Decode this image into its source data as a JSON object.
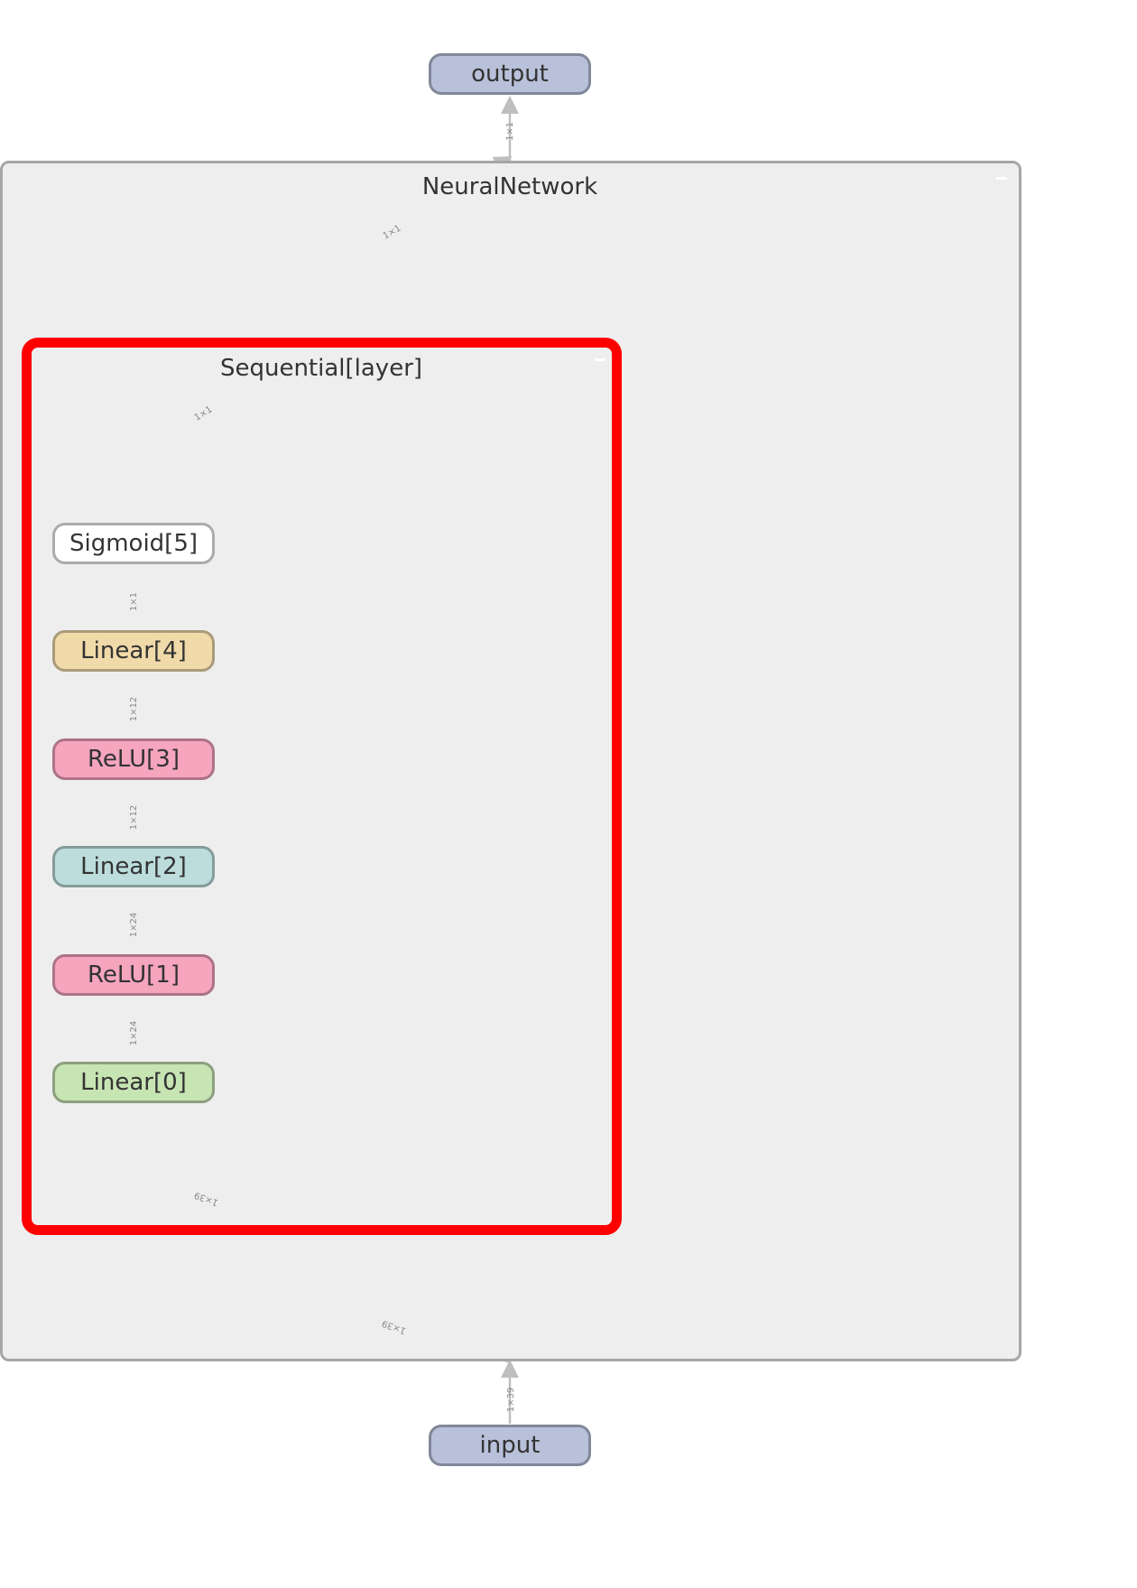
{
  "groups": {
    "network": {
      "label": "NeuralNetwork",
      "collapse_icon": "minus-icon"
    },
    "sequential": {
      "label": "Sequential[layer]",
      "collapse_icon": "minus-icon"
    }
  },
  "nodes": {
    "output": {
      "label": "output",
      "fill": "#b8c1d9",
      "stroke": "#818899"
    },
    "sigmoid": {
      "label": "Sigmoid[5]",
      "fill": "#ffffff",
      "stroke": "#ababab"
    },
    "linear4": {
      "label": "Linear[4]",
      "fill": "#f1daa9",
      "stroke": "#a99b7a"
    },
    "relu3": {
      "label": "ReLU[3]",
      "fill": "#f6a5bf",
      "stroke": "#ad7386"
    },
    "linear2": {
      "label": "Linear[2]",
      "fill": "#bcdddc",
      "stroke": "#849b9a"
    },
    "relu1": {
      "label": "ReLU[1]",
      "fill": "#f6a5bf",
      "stroke": "#ad7386"
    },
    "linear0": {
      "label": "Linear[0]",
      "fill": "#c7e4b3",
      "stroke": "#8c9f7e"
    },
    "input": {
      "label": "input",
      "fill": "#b8c1d9",
      "stroke": "#818899"
    }
  },
  "edges": {
    "net_to_output": "1×1",
    "seq_to_net": "1×1",
    "sigmoid_to_seq": "1×1",
    "linear4_to_sigmoid": "1×1",
    "relu3_to_linear4": "1×12",
    "linear2_to_relu3": "1×12",
    "relu1_to_linear2": "1×24",
    "linear0_to_relu1": "1×24",
    "seq_to_linear0": "1×39",
    "net_to_seq": "1×39",
    "input_to_net": "1×39"
  },
  "colors": {
    "edge": "#bfbfbf",
    "selection": "#ff0000",
    "group_fill": "#eeeeee"
  }
}
